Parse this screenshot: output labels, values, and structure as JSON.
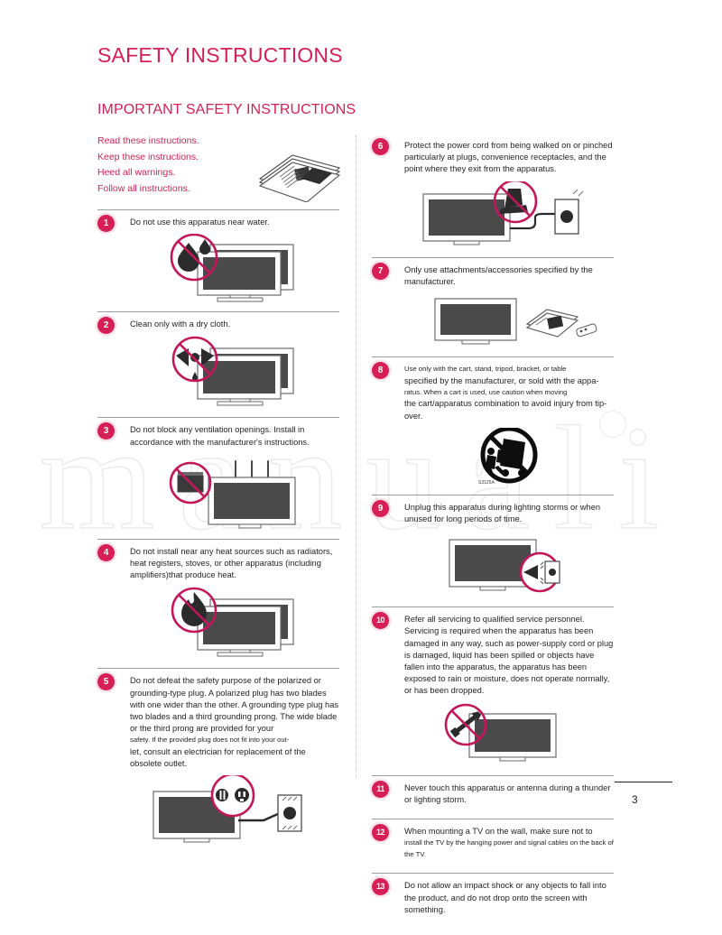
{
  "document": {
    "title": "SAFETY INSTRUCTIONS",
    "subtitle": "IMPORTANT SAFETY INSTRUCTIONS",
    "page_number": "3",
    "watermark": "manuali",
    "accent_color": "#d51f55",
    "text_color": "#231f20"
  },
  "intro": {
    "lines": [
      "Read these instructions.",
      "Keep these instructions.",
      "Heed all warnings.",
      "Follow all instructions."
    ],
    "icon": "manual-booklet-icon"
  },
  "left_column": {
    "items": [
      {
        "number": "1",
        "text": "Do not use this apparatus near water.",
        "icon": "no-water-tv-icon"
      },
      {
        "number": "2",
        "text": "Clean only with a dry cloth.",
        "icon": "no-spray-tv-icon"
      },
      {
        "number": "3",
        "text": "Do not block any ventilation openings. Install in accordance with the manufacturer's instructions.",
        "icon": "no-block-vents-tv-icon"
      },
      {
        "number": "4",
        "text": "Do not install near any heat sources such as radiators, heat registers, stoves, or other apparatus (including amplifiers)that produce heat.",
        "icon": "no-heat-source-tv-icon"
      },
      {
        "number": "5",
        "text_part_1": "Do not defeat the safety purpose of the polarized or grounding-type plug. A polarized plug has two blades with one wider than the other. A grounding type plug has two blades and a third grounding prong. The wide blade or the third prong are provided for your",
        "text_part_2": "safety. If the provided plug does not fit into your out-",
        "text_part_3": "let, consult an electrician for replacement of the obsolete outlet.",
        "icon": "polarized-plug-outlet-icon"
      }
    ]
  },
  "right_column": {
    "items": [
      {
        "number": "6",
        "text": "Protect the power cord from being walked on or pinched particularly at plugs, convenience receptacles, and the point where they exit from the apparatus.",
        "icon": "no-step-on-cord-icon"
      },
      {
        "number": "7",
        "text": "Only use attachments/accessories specified by the manufacturer.",
        "icon": "tv-accessories-icon"
      },
      {
        "number": "8",
        "text_part_1": "Use only with the cart, stand, tripod, bracket, or table",
        "text_part_2": "specified by the manufacturer, or sold with the appa-",
        "text_part_3": "ratus. When a cart is used, use caution when moving",
        "text_part_4": "the cart/apparatus combination to avoid injury from tip-over.",
        "icon": "cart-tip-over-warning-icon"
      },
      {
        "number": "9",
        "text": "Unplug this apparatus during lighting storms or when unused for long periods of time.",
        "icon": "unplug-tv-icon"
      },
      {
        "number": "10",
        "text": "Refer all servicing to qualified service personnel. Servicing is required when the apparatus has been damaged in any way, such as power-supply cord or plug is damaged, liquid has been spilled or objects have fallen into the apparatus, the apparatus has been exposed to rain or moisture, does not operate normally, or has been dropped.",
        "icon": "no-service-tv-icon"
      },
      {
        "number": "11",
        "text": "Never touch this apparatus or antenna during a thunder or lighting storm."
      },
      {
        "number": "12",
        "text_part_1": "When mounting a TV on the wall, make sure not to",
        "text_part_2": "install the TV by the hanging power and signal cables on the back of the TV."
      },
      {
        "number": "13",
        "text": "Do not allow an impact shock or any objects to fall into the product, and do not drop onto the screen with something."
      }
    ]
  }
}
